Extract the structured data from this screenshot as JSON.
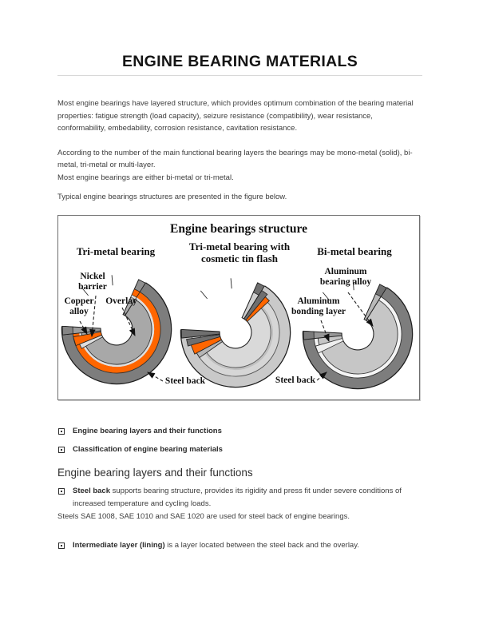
{
  "document": {
    "title": "ENGINE BEARING MATERIALS",
    "intro": {
      "p1": "Most engine bearings have layered structure, which provides optimum combination of the bearing material properties: fatigue strength (load capacity), seizure resistance (compatibility), wear resistance, conformability, embedability, corrosion resistance, cavitation resistance.",
      "p2a": "According to the number of the main functional bearing layers the bearings may be mono-metal (solid), bi-metal, tri-metal or multi-layer.",
      "p2b": "Most engine bearings are either bi-metal or tri-metal.",
      "p3": "Typical engine bearings structures are presented in the figure below."
    },
    "figure": {
      "title": "Engine bearings structure",
      "columns": [
        {
          "heading": "Tri-metal bearing"
        },
        {
          "heading": "Tri-metal bearing with cosmetic tin flash"
        },
        {
          "heading": "Bi-metal bearing"
        }
      ],
      "labels": {
        "nickel_barrier": "Nickel barrier",
        "copper_alloy": "Copper alloy",
        "overlay": "Overlay",
        "steel_back_left": "Steel back",
        "steel_back_right": "Steel back",
        "aluminum_bearing_alloy": "Aluminum bearing alloy",
        "aluminum_bonding_layer": "Aluminum bonding layer"
      },
      "colors": {
        "copper_orange": "#ff6600",
        "steel_gray": "#7d7d7d",
        "tin_flash_gray": "#d9d9d9",
        "aluminum_gray": "#c6c6c6",
        "nickel_light": "#dedede"
      }
    },
    "toc": {
      "item1": "Engine bearing layers and their functions",
      "item2": "Classification of engine bearing materials"
    },
    "section": {
      "heading": "Engine bearing layers and their functions",
      "bullet1_term": "Steel back",
      "bullet1_text": " supports bearing structure, provides its rigidity and press fit under severe conditions of increased temperature and cycling loads.",
      "steels_line": "Steels SAE 1008, SAE 1010 and SAE 1020 are used for steel back of engine bearings.",
      "bullet2_term": "Intermediate layer (lining)",
      "bullet2_text": " is a layer located between the steel back and the overlay."
    }
  }
}
